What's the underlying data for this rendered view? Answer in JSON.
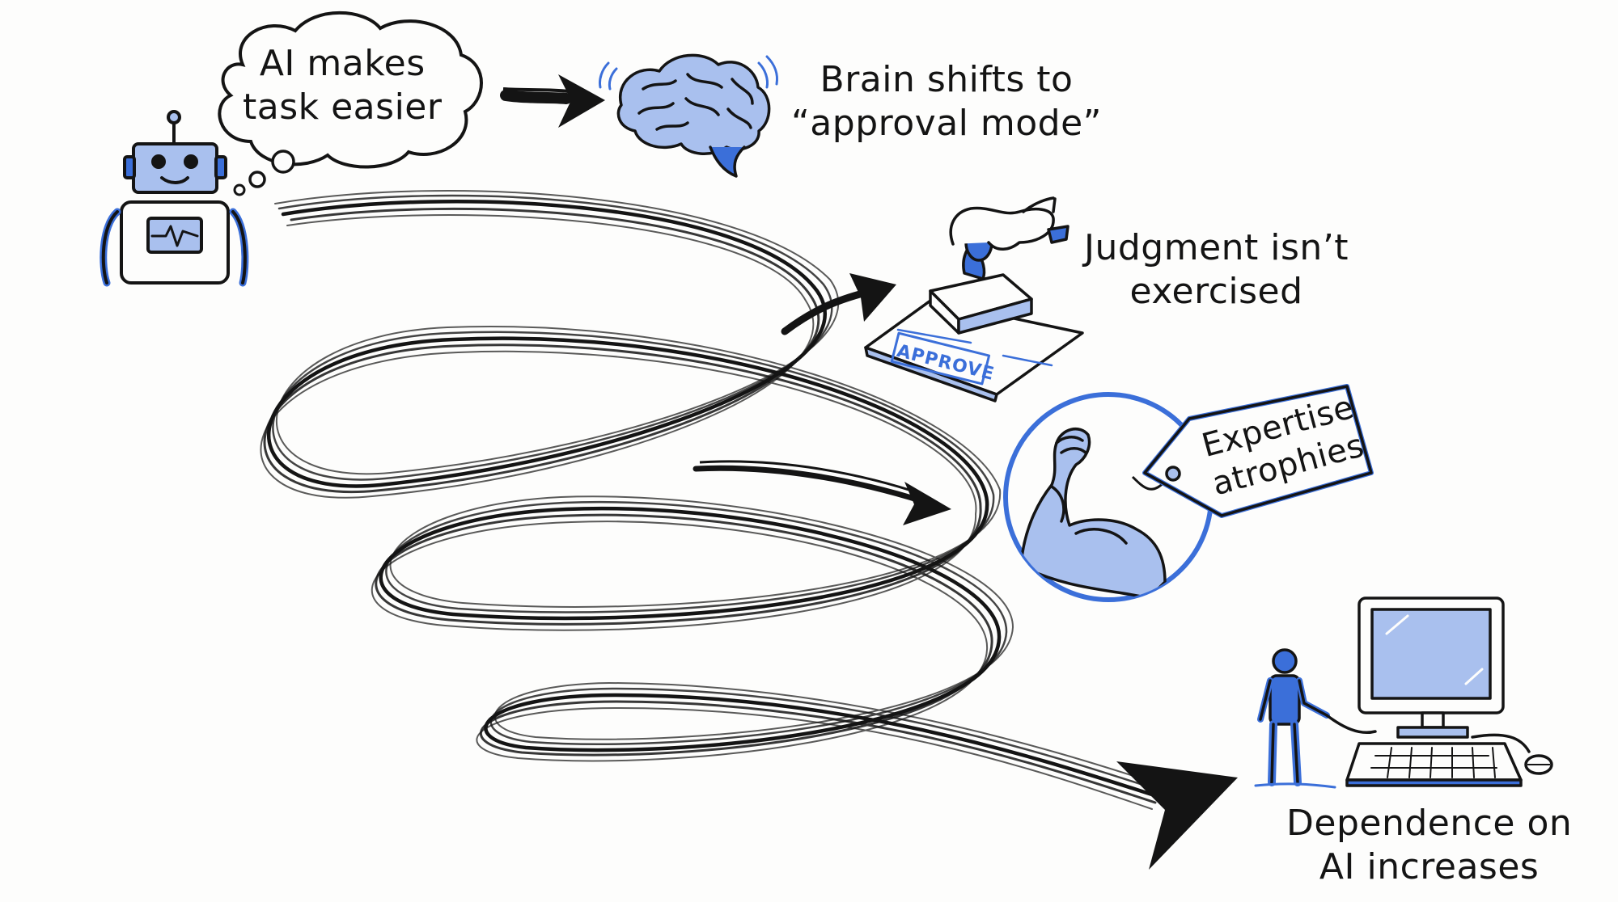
{
  "colors": {
    "ink": "#141414",
    "accent": "#3b6fd9",
    "fill": "#a9c0ee",
    "paper": "#fdfdfc"
  },
  "icons": [
    "robot-icon",
    "thought-bubble",
    "brain-icon",
    "stamp-icon",
    "flexed-arm-icon",
    "tag-icon",
    "person-icon",
    "computer-icon",
    "mouse-icon"
  ],
  "steps": [
    {
      "id": "ai",
      "lines": [
        "AI makes",
        "task easier"
      ]
    },
    {
      "id": "brain",
      "lines": [
        "Brain shifts to",
        "“approval mode”"
      ]
    },
    {
      "id": "judgment",
      "lines": [
        "Judgment isn’t",
        "exercised"
      ]
    },
    {
      "id": "expertise",
      "lines": [
        "Expertise",
        "atrophies"
      ]
    },
    {
      "id": "dependence",
      "lines": [
        "Dependence on",
        "AI increases"
      ]
    }
  ],
  "stamp": {
    "text": "APPROVE"
  }
}
